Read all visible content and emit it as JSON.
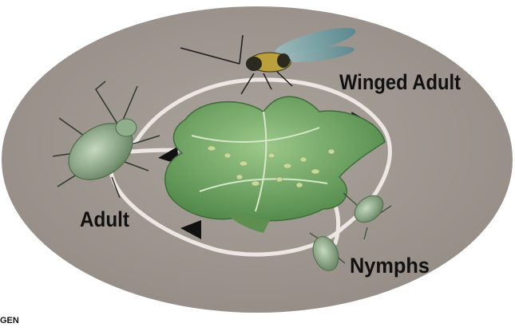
{
  "diagram": {
    "labels": {
      "winged_adult": "Winged Adult",
      "adult": "Adult",
      "nymphs": "Nymphs"
    },
    "corner_text": "GEN",
    "colors": {
      "ellipse_fill": "#a29a93",
      "cycle_ring": "#ece7e3",
      "arrow": "#111111",
      "label": "#111111",
      "plant_leaf": "#7fae6d",
      "plant_leaf_dark": "#4d7f45",
      "aphid_body": "#8fae8a",
      "winged_body": "#b9a03a",
      "wing": "#7fa7ad"
    },
    "icons": [
      "winged-aphid-icon",
      "adult-aphid-icon",
      "nymph-aphid-icon",
      "host-plant-icon",
      "cycle-arrow-icon"
    ]
  }
}
